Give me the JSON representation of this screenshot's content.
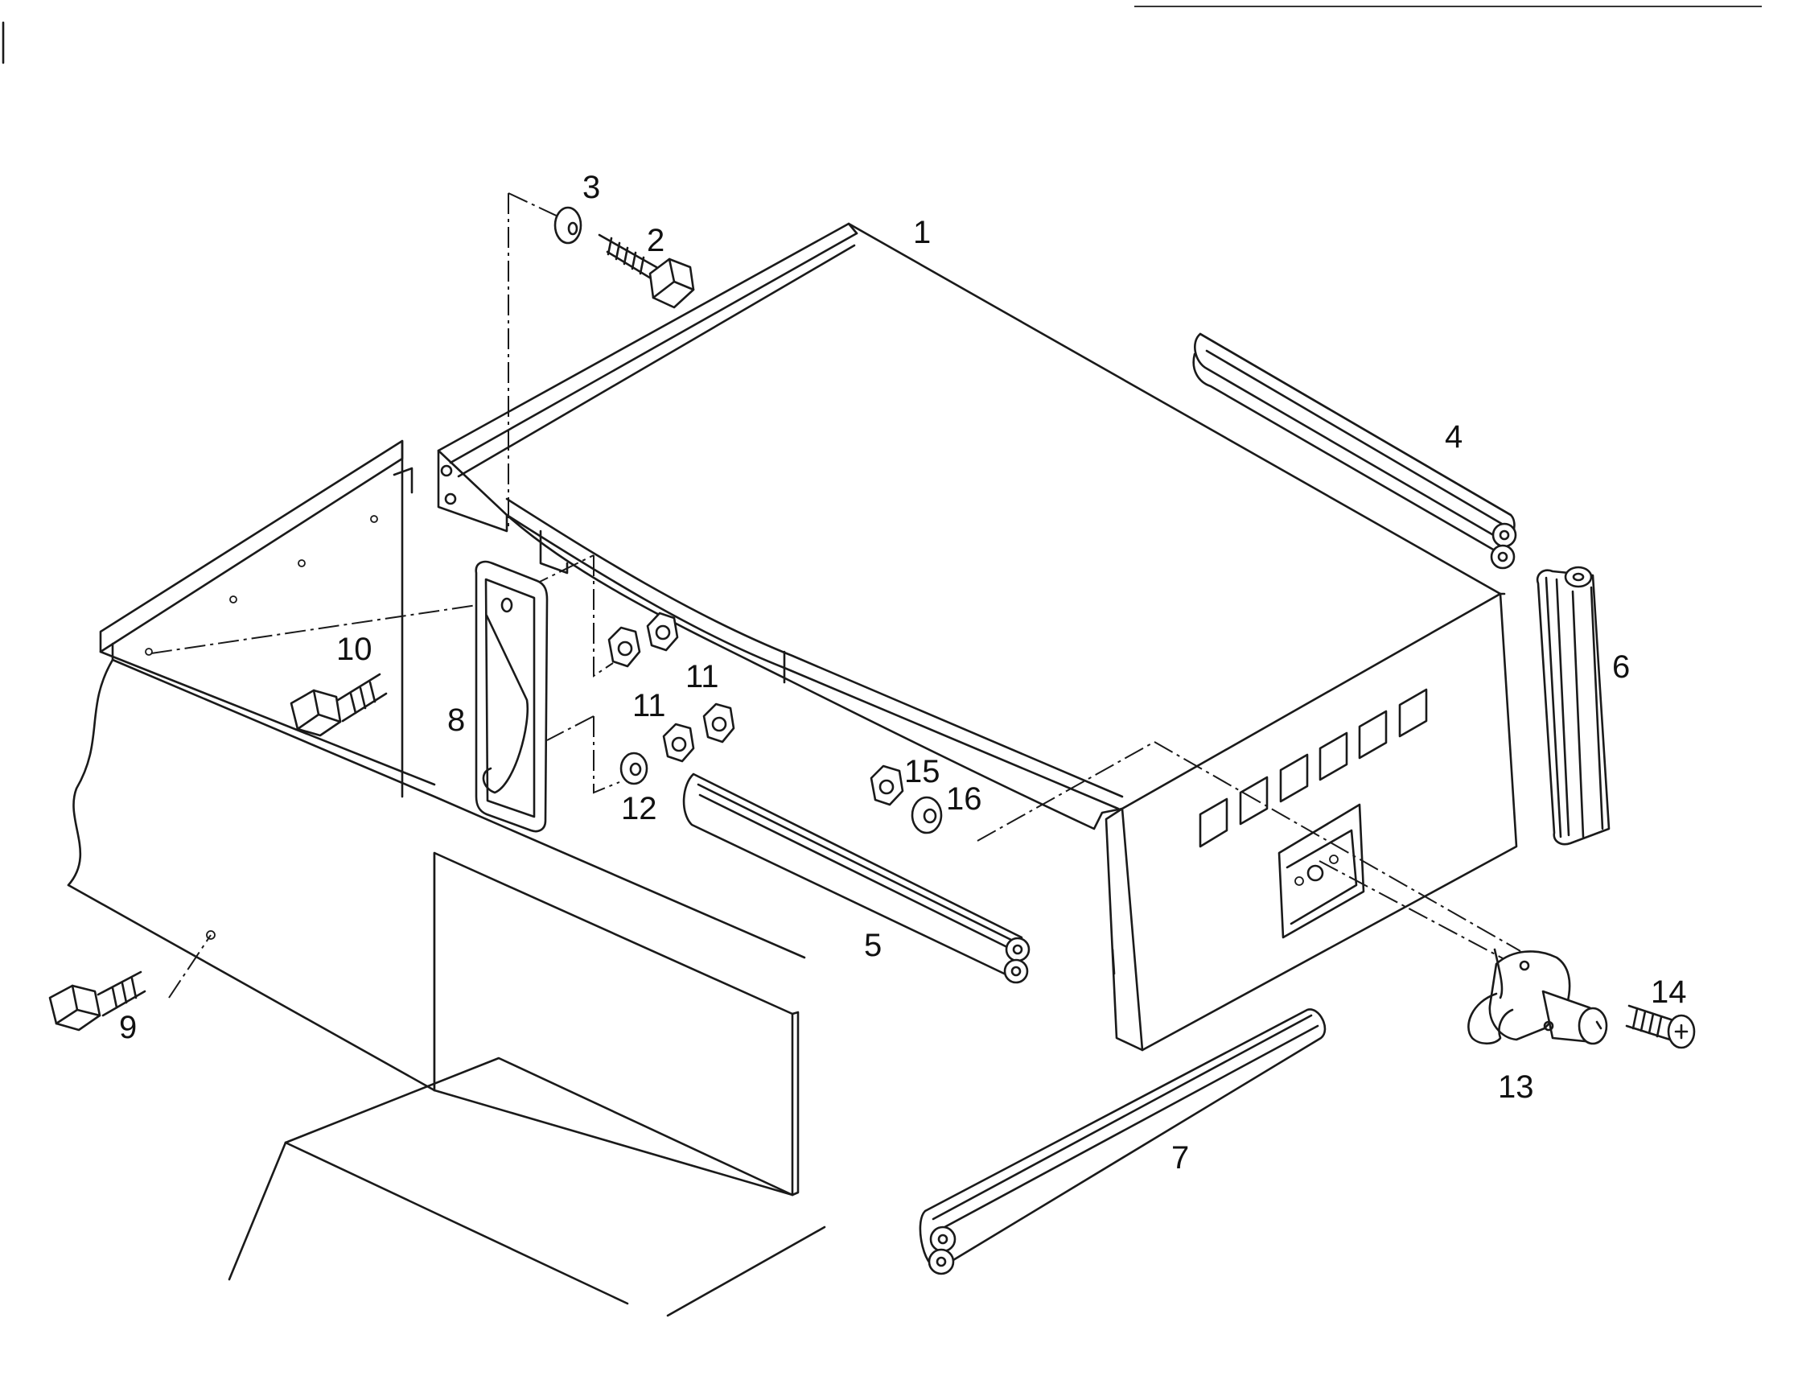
{
  "callouts": {
    "c1": "1",
    "c2": "2",
    "c3": "3",
    "c4": "4",
    "c5": "5",
    "c6": "6",
    "c7": "7",
    "c8": "8",
    "c9": "9",
    "c10": "10",
    "c11a": "11",
    "c11b": "11",
    "c12": "12",
    "c13": "13",
    "c14": "14",
    "c15": "15",
    "c16": "16"
  },
  "colors": {
    "ink": "#1a1a1a",
    "paper": "#ffffff"
  }
}
